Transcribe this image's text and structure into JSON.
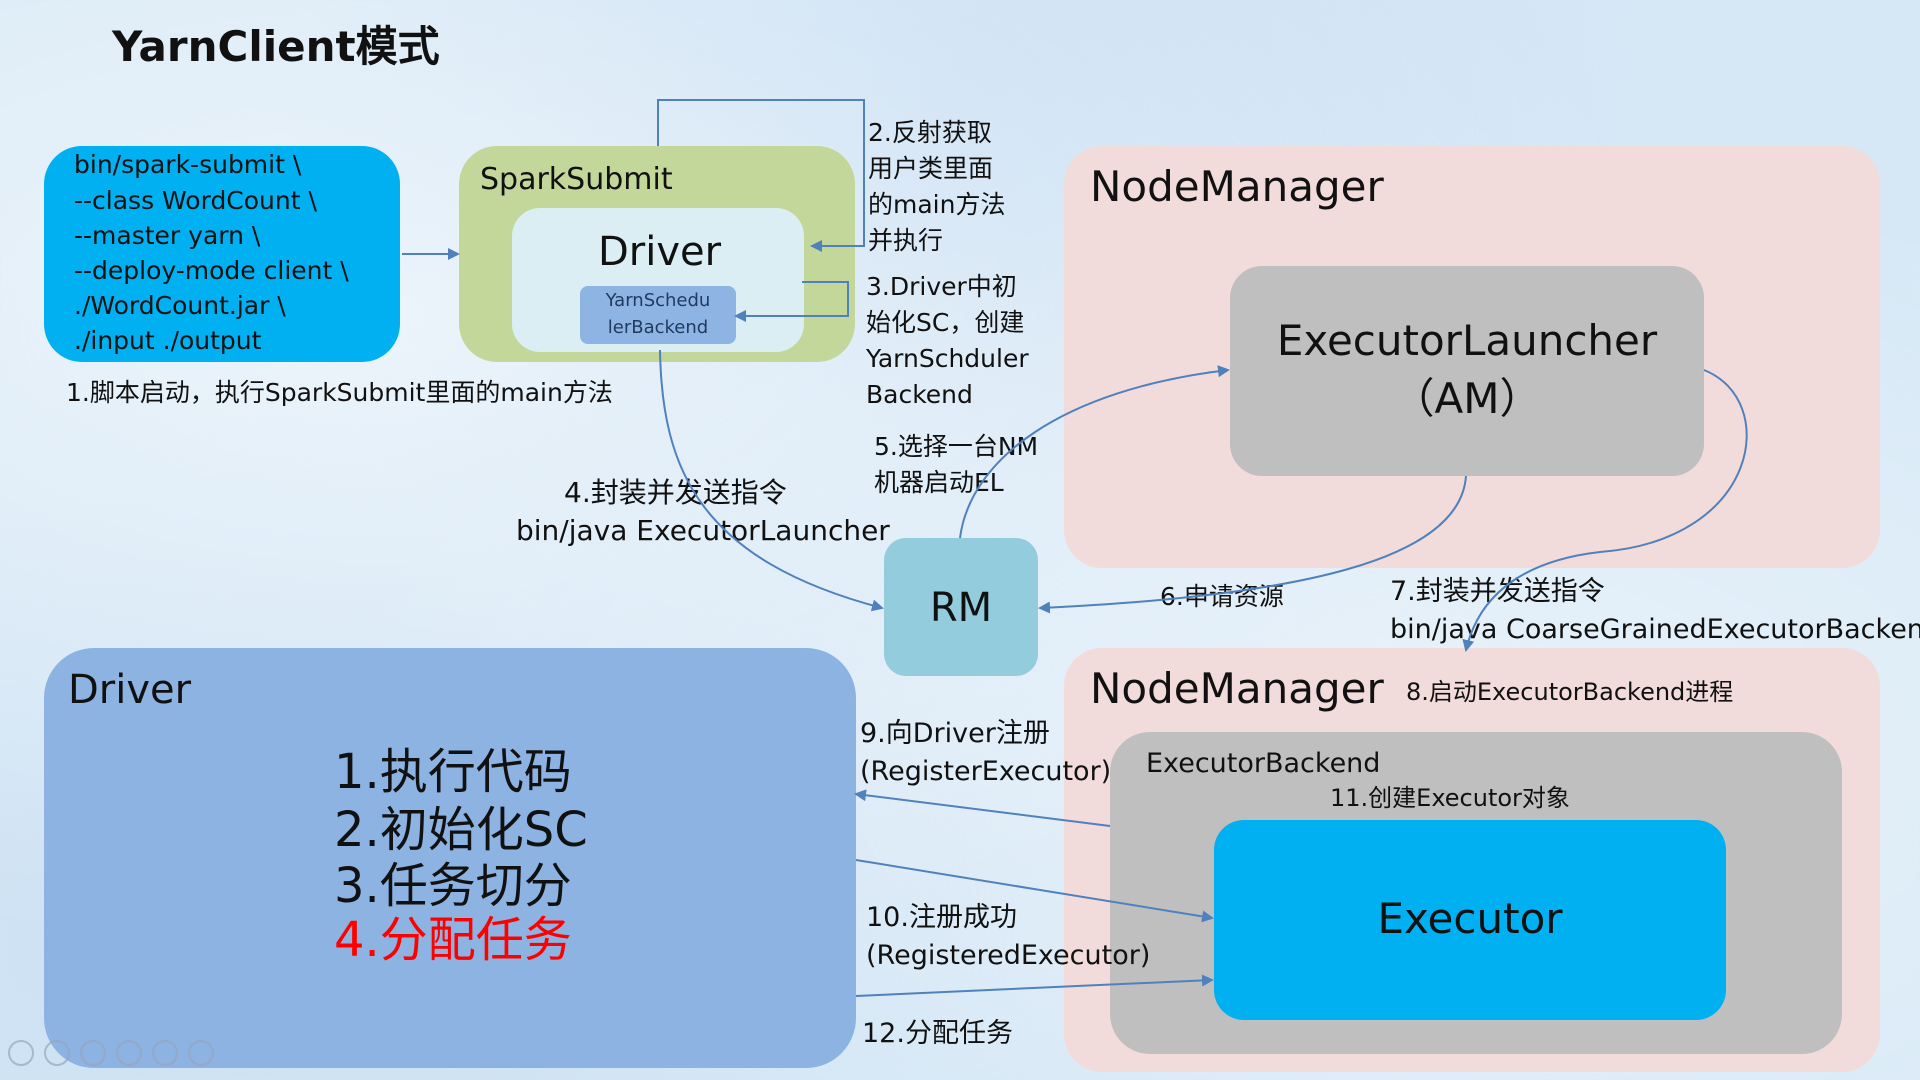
{
  "title": "YarnClient模式",
  "command_box": {
    "lines": [
      "bin/spark-submit \\",
      "--class WordCount \\",
      "--master yarn \\",
      "--deploy-mode client \\",
      "./WordCount.jar \\",
      "./input ./output"
    ]
  },
  "spark_submit": {
    "label": "SparkSubmit",
    "driver_label": "Driver",
    "backend_label": "YarnScheduler\nBackend",
    "backend_lines": [
      "YarnSchedu",
      "lerBackend"
    ]
  },
  "node_manager_top": {
    "label": "NodeManager",
    "launcher_line1": "ExecutorLauncher",
    "launcher_line2": "（AM）"
  },
  "rm": {
    "label": "RM"
  },
  "driver_main": {
    "label": "Driver",
    "tasks": [
      "1.执行代码",
      "2.初始化SC",
      "3.任务切分",
      "4.分配任务"
    ]
  },
  "node_manager_bottom": {
    "label": "NodeManager",
    "backend_label": "ExecutorBackend",
    "executor_label": "Executor"
  },
  "steps": {
    "s1": "1.脚本启动，执行SparkSubmit里面的main方法",
    "s2": [
      "2.反射获取",
      "用户类里面",
      "的main方法",
      "并执行"
    ],
    "s3": [
      "3.Driver中初",
      "始化SC，创建",
      "YarnSchduler",
      "Backend"
    ],
    "s4": [
      "4.封装并发送指令",
      "bin/java ExecutorLauncher"
    ],
    "s5": [
      "5.选择一台NM",
      "机器启动EL"
    ],
    "s6": "6.申请资源",
    "s7": [
      "7.封装并发送指令",
      "bin/java CoarseGrainedExecutorBackend"
    ],
    "s8": "8.启动ExecutorBackend进程",
    "s9": [
      "9.向Driver注册",
      "(RegisterExecutor)"
    ],
    "s10": [
      "10.注册成功",
      "(RegisteredExecutor)"
    ],
    "s11": "11.创建Executor对象",
    "s12": "12.分配任务"
  },
  "colors": {
    "command_box": "#00b0f0",
    "spark_submit": "#c4d79b",
    "driver_inner": "#daeef3",
    "backend": "#8eb4e3",
    "node_manager": "#f2dcdb",
    "launcher": "#bfbfbf",
    "rm": "#93cddd",
    "driver_main": "#8db3e2",
    "executor_backend": "#bfbfbf",
    "executor": "#00b0f0",
    "arrow": "#4f81bd",
    "highlight": "#ff0000"
  }
}
